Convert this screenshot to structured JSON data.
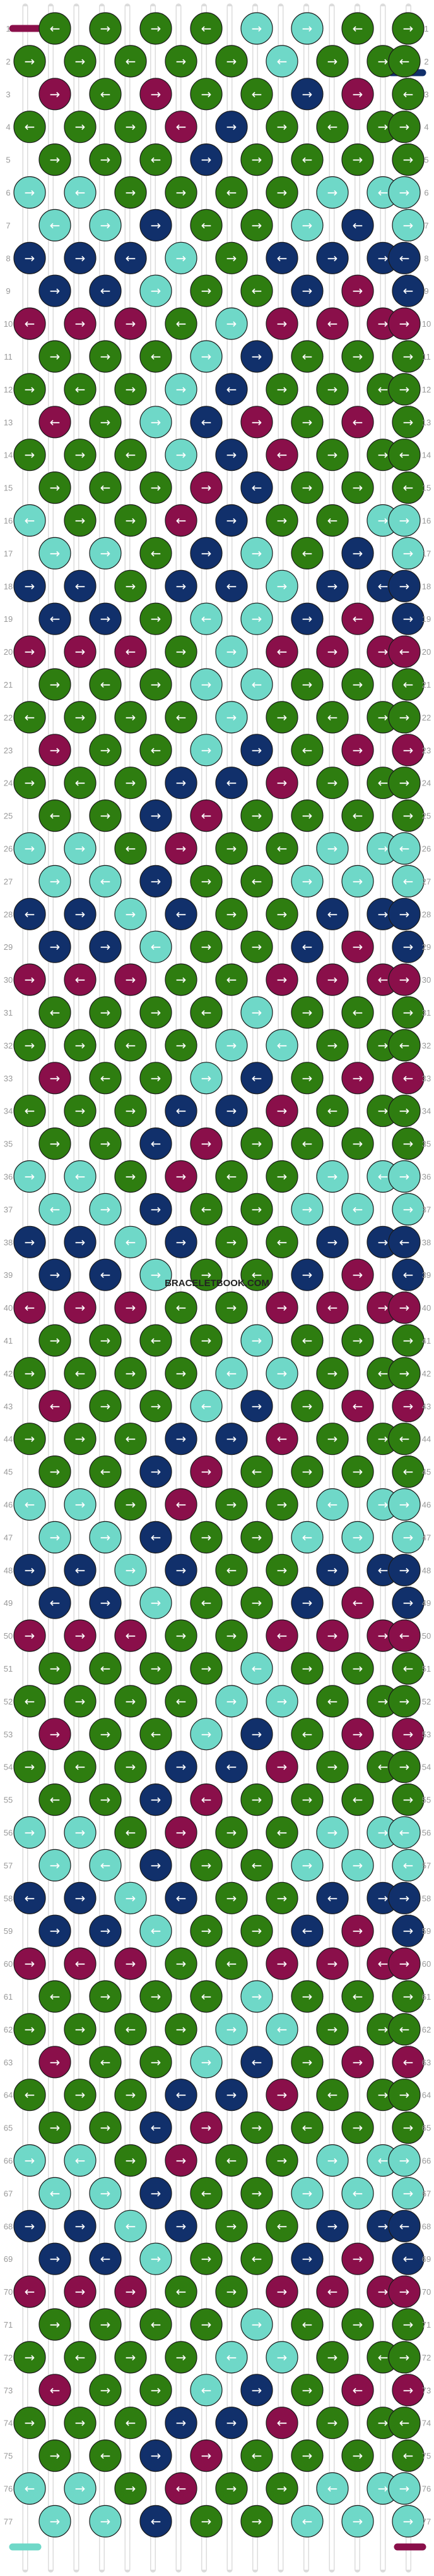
{
  "site": {
    "watermark": "BRACELETBOOK.COM"
  },
  "colors": {
    "green": "#2e7d10",
    "maroon": "#8a0f4a",
    "navy": "#11306b",
    "aqua": "#6fd8c8"
  },
  "row_count": 77,
  "string_count": 16,
  "start_strings": [
    "maroon",
    "green",
    "green",
    "green",
    "green",
    "green",
    "green",
    "green",
    "green",
    "green",
    "green",
    "green",
    "green",
    "green",
    "green",
    "green"
  ],
  "end_strings": [
    "green",
    "green",
    "green",
    "green",
    "green",
    "green",
    "green",
    "green",
    "green",
    "green",
    "green",
    "green",
    "green",
    "green",
    "aqua",
    "navy"
  ],
  "rows": [
    [
      "green",
      "green",
      "green",
      "green",
      "aqua",
      "aqua",
      "green",
      "green"
    ],
    [
      "green",
      "green",
      "green",
      "green",
      "green",
      "aqua",
      "green",
      "green",
      "green"
    ],
    [
      "maroon",
      "green",
      "maroon",
      "green",
      "green",
      "navy",
      "maroon",
      "green"
    ],
    [
      "green",
      "green",
      "green",
      "maroon",
      "navy",
      "green",
      "green",
      "green",
      "green"
    ],
    [
      "green",
      "green",
      "green",
      "navy",
      "green",
      "green",
      "green",
      "green"
    ],
    [
      "aqua",
      "aqua",
      "green",
      "green",
      "green",
      "green",
      "aqua",
      "aqua",
      "aqua"
    ],
    [
      "aqua",
      "aqua",
      "navy",
      "green",
      "green",
      "aqua",
      "navy",
      "aqua"
    ],
    [
      "navy",
      "navy",
      "navy",
      "aqua",
      "green",
      "navy",
      "navy",
      "navy",
      "navy"
    ],
    [
      "navy",
      "navy",
      "aqua",
      "green",
      "green",
      "navy",
      "maroon",
      "navy"
    ],
    [
      "maroon",
      "maroon",
      "maroon",
      "green",
      "aqua",
      "maroon",
      "maroon",
      "maroon",
      "maroon"
    ],
    [
      "green",
      "green",
      "green",
      "aqua",
      "navy",
      "green",
      "green",
      "green"
    ],
    [
      "green",
      "green",
      "green",
      "aqua",
      "navy",
      "green",
      "green",
      "green",
      "green"
    ],
    [
      "maroon",
      "green",
      "aqua",
      "navy",
      "maroon",
      "green",
      "maroon",
      "green"
    ],
    [
      "green",
      "green",
      "green",
      "aqua",
      "navy",
      "maroon",
      "green",
      "green",
      "green"
    ],
    [
      "green",
      "green",
      "green",
      "maroon",
      "navy",
      "green",
      "green",
      "green"
    ],
    [
      "aqua",
      "green",
      "green",
      "maroon",
      "navy",
      "green",
      "green",
      "aqua",
      "aqua"
    ],
    [
      "aqua",
      "aqua",
      "green",
      "navy",
      "aqua",
      "green",
      "navy",
      "aqua"
    ],
    [
      "navy",
      "navy",
      "green",
      "navy",
      "navy",
      "aqua",
      "navy",
      "navy",
      "navy"
    ],
    [
      "navy",
      "navy",
      "green",
      "aqua",
      "aqua",
      "navy",
      "maroon",
      "navy"
    ],
    [
      "maroon",
      "maroon",
      "maroon",
      "green",
      "aqua",
      "maroon",
      "maroon",
      "maroon",
      "maroon"
    ],
    [
      "green",
      "green",
      "green",
      "aqua",
      "aqua",
      "green",
      "green",
      "green"
    ],
    [
      "green",
      "green",
      "green",
      "green",
      "aqua",
      "green",
      "green",
      "green",
      "green"
    ],
    [
      "maroon",
      "green",
      "green",
      "aqua",
      "navy",
      "green",
      "maroon",
      "maroon"
    ],
    [
      "green",
      "green",
      "green",
      "navy",
      "navy",
      "maroon",
      "green",
      "green",
      "green"
    ],
    [
      "green",
      "green",
      "navy",
      "maroon",
      "green",
      "green",
      "green",
      "green"
    ],
    [
      "aqua",
      "aqua",
      "green",
      "maroon",
      "green",
      "green",
      "aqua",
      "aqua",
      "aqua"
    ],
    [
      "aqua",
      "aqua",
      "navy",
      "green",
      "green",
      "aqua",
      "aqua",
      "aqua"
    ],
    [
      "navy",
      "navy",
      "aqua",
      "navy",
      "green",
      "green",
      "navy",
      "navy",
      "navy"
    ],
    [
      "navy",
      "navy",
      "aqua",
      "green",
      "green",
      "navy",
      "maroon",
      "navy"
    ],
    [
      "maroon",
      "maroon",
      "maroon",
      "green",
      "green",
      "maroon",
      "maroon",
      "maroon",
      "maroon"
    ],
    [
      "green",
      "green",
      "green",
      "green",
      "aqua",
      "green",
      "green",
      "green"
    ],
    [
      "green",
      "green",
      "green",
      "green",
      "aqua",
      "aqua",
      "green",
      "green",
      "green"
    ],
    [
      "maroon",
      "green",
      "green",
      "aqua",
      "navy",
      "green",
      "maroon",
      "maroon"
    ],
    [
      "green",
      "green",
      "green",
      "navy",
      "navy",
      "maroon",
      "green",
      "green",
      "green"
    ],
    [
      "green",
      "green",
      "navy",
      "maroon",
      "green",
      "green",
      "green",
      "green"
    ],
    [
      "aqua",
      "aqua",
      "green",
      "maroon",
      "green",
      "green",
      "aqua",
      "aqua",
      "aqua"
    ],
    [
      "aqua",
      "aqua",
      "navy",
      "green",
      "green",
      "aqua",
      "aqua",
      "aqua"
    ],
    [
      "navy",
      "navy",
      "aqua",
      "navy",
      "green",
      "green",
      "navy",
      "navy",
      "navy"
    ],
    [
      "navy",
      "navy",
      "aqua",
      "green",
      "green",
      "navy",
      "maroon",
      "navy"
    ],
    [
      "maroon",
      "maroon",
      "maroon",
      "green",
      "green",
      "maroon",
      "maroon",
      "maroon",
      "maroon"
    ],
    [
      "green",
      "green",
      "green",
      "green",
      "aqua",
      "green",
      "green",
      "green"
    ],
    [
      "green",
      "green",
      "green",
      "green",
      "aqua",
      "aqua",
      "green",
      "green",
      "green"
    ],
    [
      "maroon",
      "green",
      "green",
      "aqua",
      "navy",
      "green",
      "maroon",
      "maroon"
    ],
    [
      "green",
      "green",
      "green",
      "navy",
      "navy",
      "maroon",
      "green",
      "green",
      "green"
    ],
    [
      "green",
      "green",
      "navy",
      "maroon",
      "green",
      "green",
      "green",
      "green"
    ],
    [
      "aqua",
      "aqua",
      "green",
      "maroon",
      "green",
      "green",
      "aqua",
      "aqua",
      "aqua"
    ],
    [
      "aqua",
      "aqua",
      "navy",
      "green",
      "green",
      "aqua",
      "aqua",
      "aqua"
    ],
    [
      "navy",
      "navy",
      "aqua",
      "navy",
      "green",
      "green",
      "navy",
      "navy",
      "navy"
    ],
    [
      "navy",
      "navy",
      "aqua",
      "green",
      "green",
      "navy",
      "maroon",
      "navy"
    ],
    [
      "maroon",
      "maroon",
      "maroon",
      "green",
      "green",
      "maroon",
      "maroon",
      "maroon",
      "maroon"
    ],
    [
      "green",
      "green",
      "green",
      "green",
      "aqua",
      "green",
      "green",
      "green"
    ],
    [
      "green",
      "green",
      "green",
      "green",
      "aqua",
      "aqua",
      "green",
      "green",
      "green"
    ],
    [
      "maroon",
      "green",
      "green",
      "aqua",
      "navy",
      "green",
      "maroon",
      "maroon"
    ],
    [
      "green",
      "green",
      "green",
      "navy",
      "navy",
      "maroon",
      "green",
      "green",
      "green"
    ],
    [
      "green",
      "green",
      "navy",
      "maroon",
      "green",
      "green",
      "green",
      "green"
    ],
    [
      "aqua",
      "aqua",
      "green",
      "maroon",
      "green",
      "green",
      "aqua",
      "aqua",
      "aqua"
    ],
    [
      "aqua",
      "aqua",
      "navy",
      "green",
      "green",
      "aqua",
      "aqua",
      "aqua"
    ],
    [
      "navy",
      "navy",
      "aqua",
      "navy",
      "green",
      "green",
      "navy",
      "navy",
      "navy"
    ],
    [
      "navy",
      "navy",
      "aqua",
      "green",
      "green",
      "navy",
      "maroon",
      "navy"
    ],
    [
      "maroon",
      "maroon",
      "maroon",
      "green",
      "green",
      "maroon",
      "maroon",
      "maroon",
      "maroon"
    ],
    [
      "green",
      "green",
      "green",
      "green",
      "aqua",
      "green",
      "green",
      "green"
    ],
    [
      "green",
      "green",
      "green",
      "green",
      "aqua",
      "aqua",
      "green",
      "green",
      "green"
    ],
    [
      "maroon",
      "green",
      "green",
      "aqua",
      "navy",
      "green",
      "maroon",
      "maroon"
    ],
    [
      "green",
      "green",
      "green",
      "navy",
      "navy",
      "maroon",
      "green",
      "green",
      "green"
    ],
    [
      "green",
      "green",
      "navy",
      "maroon",
      "green",
      "green",
      "green",
      "green"
    ],
    [
      "aqua",
      "aqua",
      "green",
      "maroon",
      "green",
      "green",
      "aqua",
      "aqua",
      "aqua"
    ],
    [
      "aqua",
      "aqua",
      "navy",
      "green",
      "green",
      "aqua",
      "aqua",
      "aqua"
    ],
    [
      "navy",
      "navy",
      "aqua",
      "navy",
      "green",
      "green",
      "navy",
      "navy",
      "navy"
    ],
    [
      "navy",
      "navy",
      "aqua",
      "green",
      "green",
      "navy",
      "maroon",
      "navy"
    ],
    [
      "maroon",
      "maroon",
      "maroon",
      "green",
      "green",
      "maroon",
      "maroon",
      "maroon",
      "maroon"
    ],
    [
      "green",
      "green",
      "green",
      "green",
      "aqua",
      "green",
      "green",
      "green"
    ],
    [
      "green",
      "green",
      "green",
      "green",
      "aqua",
      "aqua",
      "green",
      "green",
      "green"
    ],
    [
      "maroon",
      "green",
      "green",
      "aqua",
      "navy",
      "green",
      "maroon",
      "maroon"
    ],
    [
      "green",
      "green",
      "green",
      "navy",
      "navy",
      "maroon",
      "green",
      "green",
      "green"
    ],
    [
      "green",
      "green",
      "navy",
      "maroon",
      "green",
      "green",
      "green",
      "green"
    ],
    [
      "aqua",
      "aqua",
      "green",
      "maroon",
      "green",
      "green",
      "aqua",
      "aqua",
      "aqua"
    ],
    [
      "aqua",
      "aqua",
      "navy",
      "green",
      "green",
      "aqua",
      "aqua",
      "aqua"
    ]
  ]
}
